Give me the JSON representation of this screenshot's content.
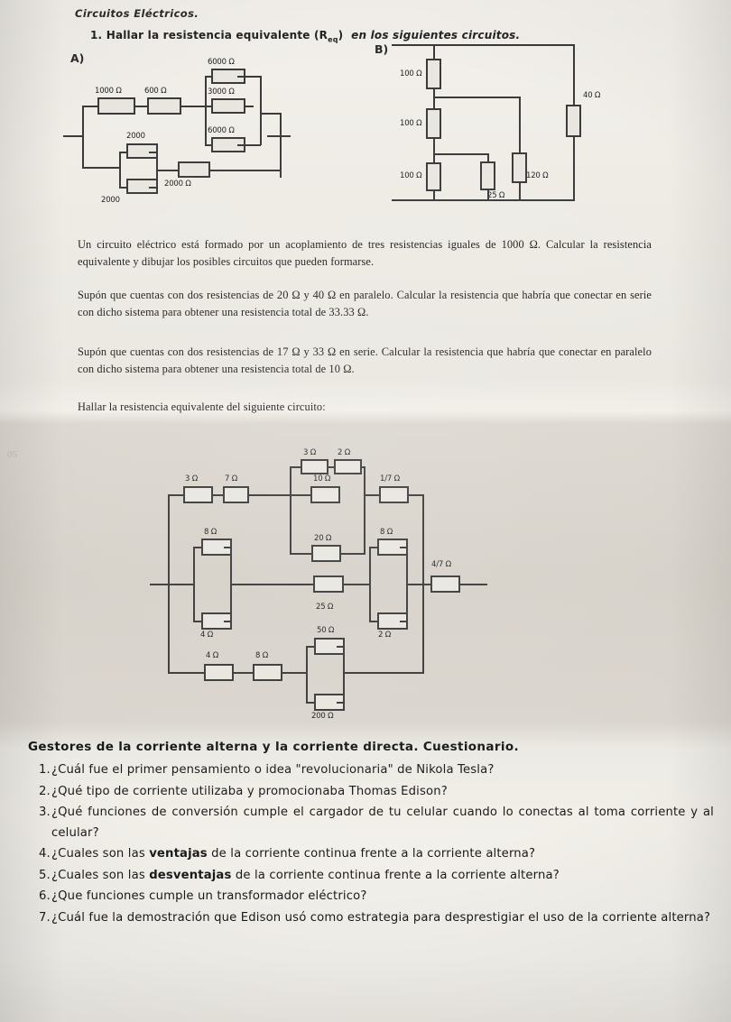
{
  "header": {
    "title": "Circuitos Eléctricos.",
    "question1_num": "1.",
    "question1_text": "Hallar la resistencia equivalente (R",
    "question1_sub": "eq",
    "question1_text2": ")",
    "question1_emph": "en los siguientes circuitos.",
    "label_a": "A)",
    "label_b": "B)"
  },
  "circuit_a": {
    "name": "circuito-a",
    "resistors": [
      {
        "id": "a-r1",
        "label": "1000 Ω"
      },
      {
        "id": "a-r2",
        "label": "600 Ω"
      },
      {
        "id": "a-r3",
        "label": "6000 Ω"
      },
      {
        "id": "a-r4",
        "label": "3000 Ω"
      },
      {
        "id": "a-r5",
        "label": "6000 Ω"
      },
      {
        "id": "a-r6",
        "label": "2000"
      },
      {
        "id": "a-r7",
        "label": "2000"
      },
      {
        "id": "a-r8",
        "label": "2000 Ω"
      }
    ]
  },
  "circuit_b": {
    "name": "circuito-b",
    "resistors": [
      {
        "id": "b-r1",
        "label": "100 Ω"
      },
      {
        "id": "b-r2",
        "label": "100 Ω"
      },
      {
        "id": "b-r3",
        "label": "100 Ω"
      },
      {
        "id": "b-r4",
        "label": "25 Ω"
      },
      {
        "id": "b-r5",
        "label": "120 Ω"
      },
      {
        "id": "b-r6",
        "label": "40 Ω"
      }
    ]
  },
  "paragraphs": {
    "p1": "Un circuito eléctrico está formado por un acoplamiento de tres resistencias iguales de 1000 Ω. Calcular la resistencia equivalente y dibujar los posibles circuitos que pueden formarse.",
    "p2": "Supón que cuentas con dos resistencias de 20 Ω y 40 Ω en paralelo. Calcular la resistencia que habría que conectar en serie con dicho sistema para obtener una resistencia total de 33.33 Ω.",
    "p3": "Supón que cuentas con dos resistencias de  17 Ω  y  33 Ω  en serie. Calcular la resistencia que habría que conectar en paralelo con dicho sistema para obtener una resistencia total de 10 Ω.",
    "p4": "Hallar la resistencia equivalente del siguiente circuito:"
  },
  "circuit_main": {
    "name": "circuito-principal",
    "resistors": [
      {
        "id": "m-r1",
        "label": "3 Ω"
      },
      {
        "id": "m-r2",
        "label": "2 Ω"
      },
      {
        "id": "m-r3",
        "label": "3 Ω"
      },
      {
        "id": "m-r4",
        "label": "7 Ω"
      },
      {
        "id": "m-r5",
        "label": "10 Ω"
      },
      {
        "id": "m-r6",
        "label": "1/7 Ω"
      },
      {
        "id": "m-r7",
        "label": "20 Ω"
      },
      {
        "id": "m-r8",
        "label": "8 Ω"
      },
      {
        "id": "m-r9",
        "label": "4 Ω"
      },
      {
        "id": "m-r10",
        "label": "25 Ω"
      },
      {
        "id": "m-r11",
        "label": "8 Ω"
      },
      {
        "id": "m-r12",
        "label": "2 Ω"
      },
      {
        "id": "m-r13",
        "label": "4/7 Ω"
      },
      {
        "id": "m-r14",
        "label": "4 Ω"
      },
      {
        "id": "m-r15",
        "label": "8 Ω"
      },
      {
        "id": "m-r16",
        "label": "50 Ω"
      },
      {
        "id": "m-r17",
        "label": "200 Ω"
      }
    ]
  },
  "questionnaire": {
    "title": "Gestores de la corriente alterna y la corriente directa. Cuestionario.",
    "items": [
      {
        "num": "1.",
        "text": "¿Cuál fue el primer pensamiento o idea \"revolucionaria\" de Nikola Tesla?"
      },
      {
        "num": "2.",
        "text": "¿Qué tipo de corriente utilizaba y promocionaba Thomas Edison?"
      },
      {
        "num": "3.",
        "text": "¿Qué funciones de conversión cumple el cargador de tu celular cuando lo conectas al toma corriente y al celular?"
      },
      {
        "num": "4.",
        "text": "¿Cuales son las ventajas de la corriente continua frente a la corriente alterna?",
        "bold": "ventajas"
      },
      {
        "num": "5.",
        "text": "¿Cuales son las desventajas de la corriente continua frente a la corriente alterna?",
        "bold": "desventajas"
      },
      {
        "num": "6.",
        "text": "¿Que funciones cumple un transformador eléctrico?"
      },
      {
        "num": "7.",
        "text": "¿Cuál fue la demostración que Edison usó como estrategia para desprestigiar el uso de la corriente alterna?"
      }
    ]
  },
  "colors": {
    "paper": "#efece6",
    "ink": "#20201f",
    "wire": "#3a3a3a"
  }
}
